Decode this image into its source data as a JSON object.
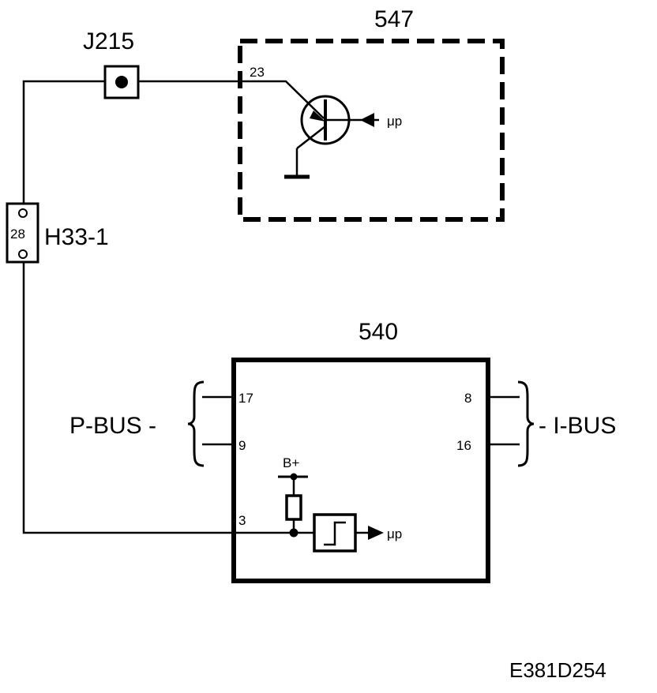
{
  "modules": {
    "module_547": {
      "label": "547",
      "pin_23": "23",
      "output_label": "μp"
    },
    "module_540": {
      "label": "540",
      "pin_17": "17",
      "pin_9": "9",
      "pin_8": "8",
      "pin_16": "16",
      "pin_3": "3",
      "supply_label": "B+",
      "output_label": "μp"
    }
  },
  "connectors": {
    "j215": {
      "label": "J215"
    },
    "h33_1": {
      "label": "H33-1",
      "pin": "28"
    }
  },
  "buses": {
    "p_bus": {
      "label": "P-BUS -"
    },
    "i_bus": {
      "label": "- I-BUS"
    }
  },
  "reference_code": "E381D254"
}
